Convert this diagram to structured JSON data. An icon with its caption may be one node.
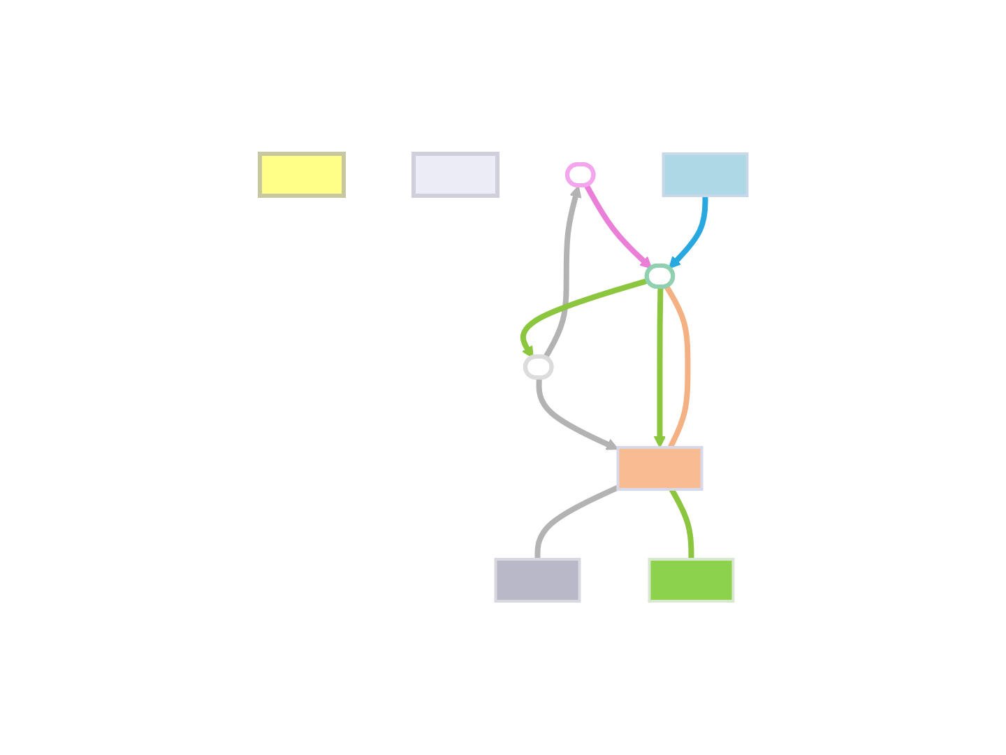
{
  "diagram": {
    "nodes": [
      {
        "text": [],
        "shape": "bar"
      },
      {
        "text": [],
        "shape": "bar"
      },
      {
        "text": [],
        "shape": "ellipse"
      },
      {
        "text": [],
        "shape": "ellipse"
      },
      {
        "text": [],
        "shape": "ellipse"
      },
      {
        "text": [],
        "shape": "box"
      },
      {
        "text": [],
        "shape": "box"
      },
      {
        "text": [],
        "shape": "box"
      },
      {
        "text": [],
        "shape": "box"
      }
    ],
    "edges": [
      {
        "from": 3,
        "to": 2,
        "arrow": "to",
        "color": "#b3b3b3"
      },
      {
        "from": 2,
        "to": 4,
        "arrow": "to",
        "color": "#e97fd6"
      },
      {
        "from": 4,
        "to": 3,
        "arrow": "to",
        "color": "#8cc63f"
      },
      {
        "from": 3,
        "to": 5,
        "arrow": "to",
        "color": "#b3b3b3"
      },
      {
        "from": 5,
        "to": 4,
        "arrow": "none",
        "color": "#f4b183"
      },
      {
        "from": 4,
        "to": 5,
        "arrow": "to",
        "color": "#8cc63f"
      },
      {
        "from": 6,
        "to": 4,
        "arrow": "to",
        "color": "#29a8e0"
      },
      {
        "from": 5,
        "to": 7,
        "arrow": "none",
        "color": "#b3b3b3"
      },
      {
        "from": 5,
        "to": 8,
        "arrow": "none",
        "color": "#8cc63f"
      }
    ]
  }
}
